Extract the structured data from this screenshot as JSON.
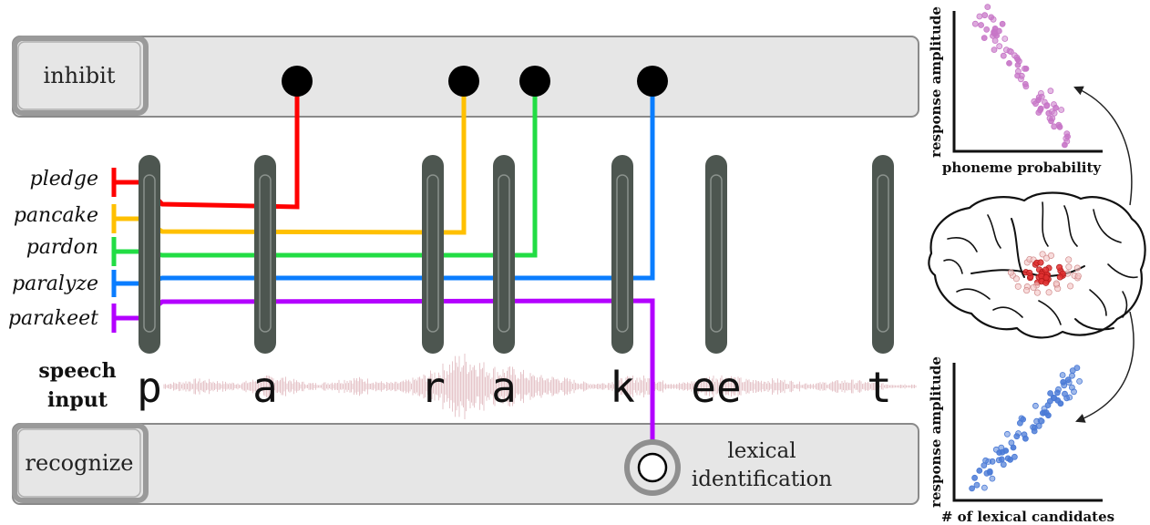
{
  "panels": {
    "inhibit_label": "inhibit",
    "recognize_label": "recognize"
  },
  "candidates": [
    {
      "word": "pledge",
      "color": "#ff0000"
    },
    {
      "word": "pancake",
      "color": "#ffc000"
    },
    {
      "word": "pardon",
      "color": "#22dd44"
    },
    {
      "word": "paralyze",
      "color": "#0a7dff"
    },
    {
      "word": "parakeet",
      "color": "#b300ff"
    }
  ],
  "speech": {
    "label_line1": "speech",
    "label_line2": "input",
    "phonemes": [
      "p",
      "a",
      "r",
      "a",
      "k",
      "ee",
      "t"
    ]
  },
  "lexical_identification": {
    "line1": "lexical",
    "line2": "identification"
  },
  "colors": {
    "panel_fill": "#e6e6e6",
    "panel_border": "#888888",
    "bar_fill": "#4d5650",
    "waveform": "#d9a6ad",
    "top_plot_points": "#c776c7",
    "bottom_plot_points": "#4a7ad6",
    "brain_hotspot": "#e03030"
  },
  "top_plot": {
    "xlabel": "phoneme probability",
    "ylabel": "response amplitude"
  },
  "bottom_plot": {
    "xlabel": "# of lexical candidates",
    "ylabel": "response amplitude"
  }
}
